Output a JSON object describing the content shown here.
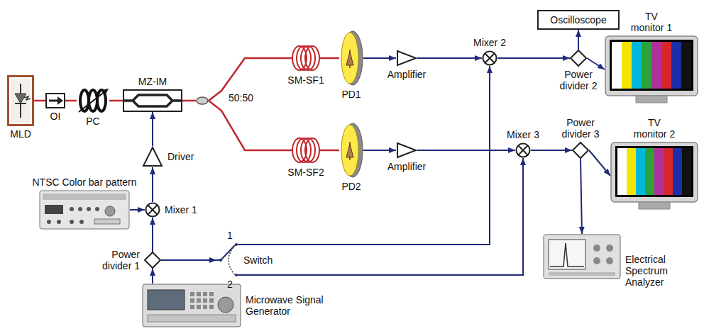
{
  "diagram": {
    "nodes": [
      {
        "text": [
          "MLD"
        ]
      },
      {
        "text": [
          "OI"
        ]
      },
      {
        "text": [
          "PC"
        ]
      },
      {
        "text": [
          "MZ-IM"
        ]
      },
      {
        "text": [
          "Driver"
        ]
      },
      {
        "text": [
          "NTSC Color bar pattern"
        ]
      },
      {
        "text": [
          "Mixer 1"
        ]
      },
      {
        "text": [
          "Power divider 1"
        ]
      },
      {
        "text": [
          "Microwave Signal Generator"
        ]
      },
      {
        "text": [
          "Switch"
        ]
      },
      {
        "text": [
          "50:50"
        ]
      },
      {
        "text": [
          "SM-SF1"
        ]
      },
      {
        "text": [
          "SM-SF2"
        ]
      },
      {
        "text": [
          "PD1"
        ]
      },
      {
        "text": [
          "PD2"
        ]
      },
      {
        "text": [
          "Amplifier"
        ]
      },
      {
        "text": [
          "Amplifier"
        ]
      },
      {
        "text": [
          "Mixer 2"
        ]
      },
      {
        "text": [
          "Mixer 3"
        ]
      },
      {
        "text": [
          "Oscilloscope"
        ]
      },
      {
        "text": [
          "Power divider 2"
        ]
      },
      {
        "text": [
          "Power divider 3"
        ]
      },
      {
        "text": [
          "TV monitor 1"
        ]
      },
      {
        "text": [
          "TV monitor 2"
        ]
      },
      {
        "text": [
          "Electrical Spectrum Analyzer"
        ]
      }
    ],
    "edges": [
      {
        "from": 0,
        "to": 1,
        "arrow": "none"
      },
      {
        "from": 1,
        "to": 2,
        "arrow": "none"
      },
      {
        "from": 2,
        "to": 3,
        "arrow": "none"
      },
      {
        "from": 3,
        "to": 10,
        "arrow": "none"
      },
      {
        "from": 10,
        "to": 11,
        "arrow": "none"
      },
      {
        "from": 10,
        "to": 12,
        "arrow": "none"
      },
      {
        "from": 11,
        "to": 13,
        "arrow": "none"
      },
      {
        "from": 12,
        "to": 14,
        "arrow": "none"
      },
      {
        "from": 13,
        "to": 15,
        "arrow": "to"
      },
      {
        "from": 14,
        "to": 16,
        "arrow": "to"
      },
      {
        "from": 15,
        "to": 17,
        "arrow": "to"
      },
      {
        "from": 16,
        "to": 18,
        "arrow": "to"
      },
      {
        "from": 17,
        "to": 20,
        "arrow": "to"
      },
      {
        "from": 20,
        "to": 19,
        "arrow": "to"
      },
      {
        "from": 20,
        "to": 22,
        "arrow": "to"
      },
      {
        "from": 18,
        "to": 21,
        "arrow": "to"
      },
      {
        "from": 21,
        "to": 23,
        "arrow": "to"
      },
      {
        "from": 21,
        "to": 24,
        "arrow": "to"
      },
      {
        "from": 8,
        "to": 7,
        "arrow": "to"
      },
      {
        "from": 7,
        "to": 6,
        "arrow": "to"
      },
      {
        "from": 5,
        "to": 6,
        "arrow": "to"
      },
      {
        "from": 6,
        "to": 4,
        "arrow": "to"
      },
      {
        "from": 4,
        "to": 3,
        "arrow": "to"
      },
      {
        "from": 7,
        "to": 9,
        "arrow": "to"
      },
      {
        "from": 9,
        "to": 17,
        "arrow": "to"
      },
      {
        "from": 9,
        "to": 18,
        "arrow": "to"
      }
    ],
    "labels": [
      "1",
      "2"
    ]
  }
}
